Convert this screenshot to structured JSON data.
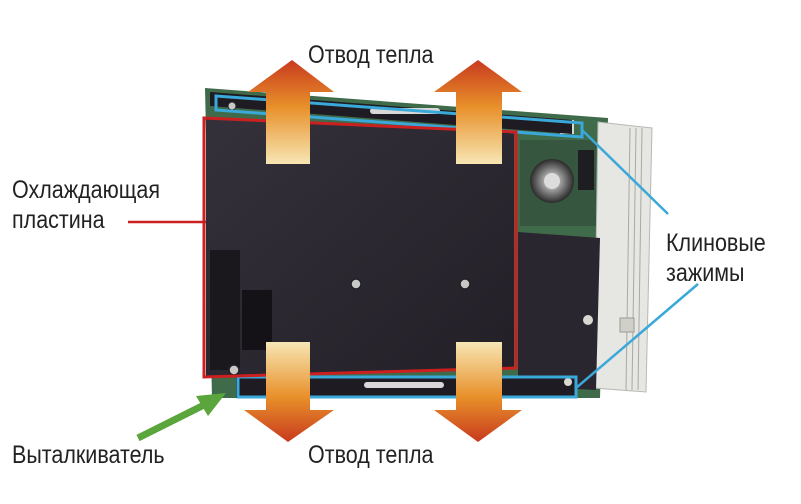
{
  "labels": {
    "heat_top": "Отвод тепла",
    "heat_bottom": "Отвод тепла",
    "cooling_plate_line1": "Охлаждающая",
    "cooling_plate_line2": "пластина",
    "wedge_clamps_line1": "Клиновые",
    "wedge_clamps_line2": "зажимы",
    "ejector": "Выталкиватель"
  },
  "colors": {
    "heat_arrow_top": "#c83a1e",
    "heat_arrow_mid": "#e8902a",
    "heat_arrow_light": "#f7e6b4",
    "cooling_plate_outline": "#cc2020",
    "wedge_clamp_outline": "#3aa8d8",
    "ejector_arrow": "#5aa63c",
    "board_dark": "#2a2630",
    "pcb_green": "#3f6b4a"
  }
}
